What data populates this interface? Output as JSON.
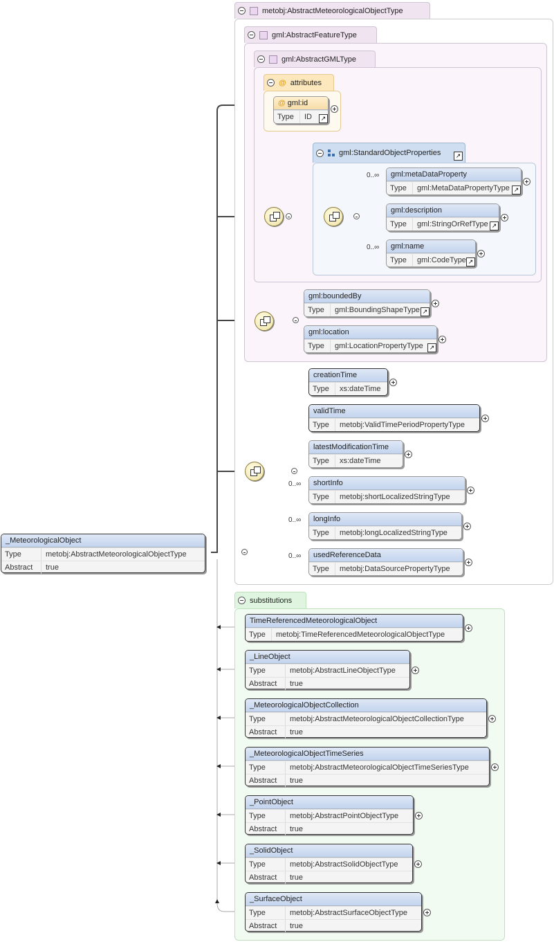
{
  "root": {
    "name": "_MeteorologicalObject",
    "rows": [
      {
        "k": "Type",
        "v": "metobj:AbstractMeteorologicalObjectType"
      },
      {
        "k": "Abstract",
        "v": "true"
      }
    ]
  },
  "groups": {
    "abstract_met_type": "metobj:AbstractMeteorologicalObjectType",
    "abstract_feature_type": "gml:AbstractFeatureType",
    "abstract_gml_type": "gml:AbstractGMLType",
    "attributes": "attributes",
    "standard_object_properties": "gml:StandardObjectProperties",
    "substitutions": "substitutions"
  },
  "type_label": "Type",
  "abstract_label": "Abstract",
  "attr_id": {
    "name": "gml:id",
    "type": "ID"
  },
  "std_props": [
    {
      "name": "gml:metaDataProperty",
      "type": "gml:MetaDataPropertyType",
      "card": "0..∞"
    },
    {
      "name": "gml:description",
      "type": "gml:StringOrRefType",
      "card": ""
    },
    {
      "name": "gml:name",
      "type": "gml:CodeType",
      "card": "0..∞"
    }
  ],
  "feature_props": [
    {
      "name": "gml:boundedBy",
      "type": "gml:BoundingShapeType"
    },
    {
      "name": "gml:location",
      "type": "gml:LocationPropertyType"
    }
  ],
  "met_props": [
    {
      "name": "creationTime",
      "type": "xs:dateTime",
      "card": ""
    },
    {
      "name": "validTime",
      "type": "metobj:ValidTimePeriodPropertyType",
      "card": ""
    },
    {
      "name": "latestModificationTime",
      "type": "xs:dateTime",
      "card": ""
    },
    {
      "name": "shortInfo",
      "type": "metobj:shortLocalizedStringType",
      "card": "0..∞"
    },
    {
      "name": "longInfo",
      "type": "metobj:longLocalizedStringType",
      "card": "0..∞"
    },
    {
      "name": "usedReferenceData",
      "type": "metobj:DataSourcePropertyType",
      "card": "0..∞"
    }
  ],
  "subs": [
    {
      "name": "TimeReferencedMeteorologicalObject",
      "type": "metobj:TimeReferencedMeteorologicalObjectType",
      "abstract": ""
    },
    {
      "name": "_LineObject",
      "type": "metobj:AbstractLineObjectType",
      "abstract": "true"
    },
    {
      "name": "_MeteorologicalObjectCollection",
      "type": "metobj:AbstractMeteorologicalObjectCollectionType",
      "abstract": "true"
    },
    {
      "name": "_MeteorologicalObjectTimeSeries",
      "type": "metobj:AbstractMeteorologicalObjectTimeSeriesType",
      "abstract": "true"
    },
    {
      "name": "_PointObject",
      "type": "metobj:AbstractPointObjectType",
      "abstract": "true"
    },
    {
      "name": "_SolidObject",
      "type": "metobj:AbstractSolidObjectType",
      "abstract": "true"
    },
    {
      "name": "_SurfaceObject",
      "type": "metobj:AbstractSurfaceObjectType",
      "abstract": "true"
    }
  ]
}
